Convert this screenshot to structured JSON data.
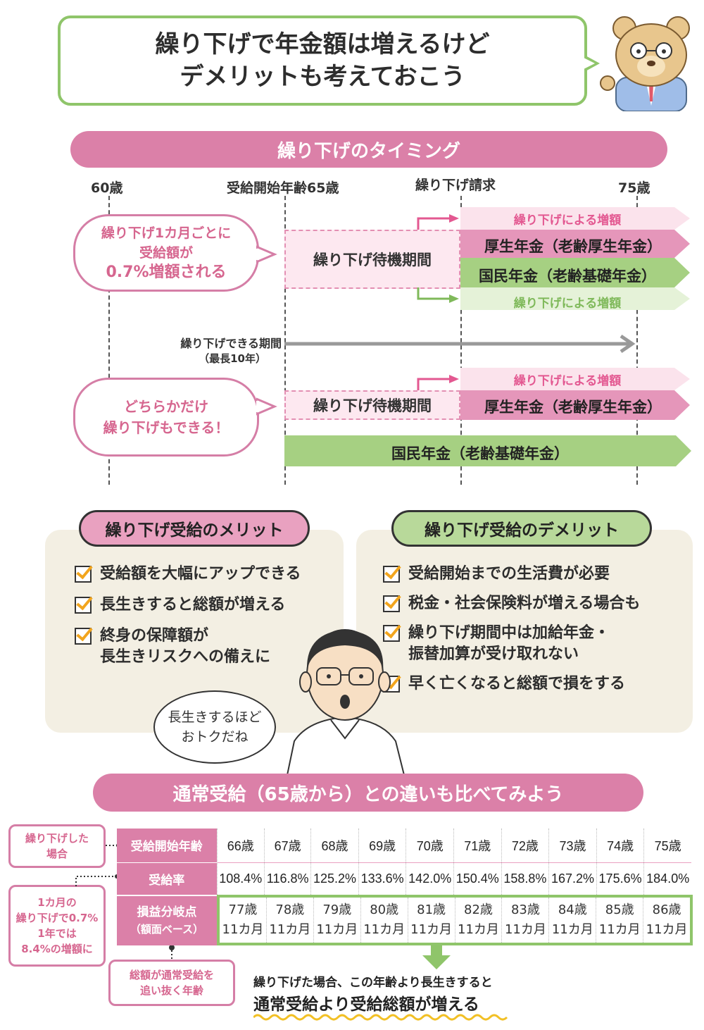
{
  "header": {
    "line1": "繰り下げで年金額は増えるけど",
    "line2": "デメリットも考えておこう"
  },
  "timing": {
    "title": "繰り下げのタイミング",
    "age60": "60歳",
    "age65": "受給開始年齢65歳",
    "claim": "繰り下げ請求",
    "age75": "75歳",
    "bubble1": [
      "繰り下げ1カ月ごとに",
      "受給額が",
      "0.7%増額される"
    ],
    "wait1": "繰り下げ待機期間",
    "inc_top": "繰り下げによる増額",
    "kosei": "厚生年金（老齢厚生年金）",
    "kokumin": "国民年金（老齢基礎年金）",
    "inc_bottom": "繰り下げによる増額",
    "period": "繰り下げできる期間",
    "period_sub": "（最長10年）",
    "bubble2": [
      "どちらかだけ",
      "繰り下げもできる！"
    ],
    "wait2": "繰り下げ待機期間",
    "inc_top2": "繰り下げによる増額",
    "kosei2": "厚生年金（老齢厚生年金）",
    "kokumin2": "国民年金（老齢基礎年金）"
  },
  "merit": {
    "title": "繰り下げ受給のメリット",
    "items": [
      "受給額を大幅にアップできる",
      "長生きすると総額が増える",
      "終身の保障額が",
      "長生きリスクへの備えに"
    ]
  },
  "demerit": {
    "title": "繰り下げ受給のデメリット",
    "items": [
      "受給開始までの生活費が必要",
      "税金・社会保険料が増える場合も",
      "繰り下げ期間中は加給年金・",
      "振替加算が受け取れない",
      "早く亡くなると総額で損をする"
    ]
  },
  "speech": [
    "長生きするほど",
    "おトクだね"
  ],
  "compare": {
    "title": "通常受給（65歳から）との違いも比べてみよう",
    "side1": [
      "繰り下げした",
      "場合"
    ],
    "side2": [
      "1カ月の",
      "繰り下げで0.7%",
      "1年では",
      "8.4%の増額に"
    ],
    "side3": [
      "総額が通常受給を",
      "追い抜く年齢"
    ],
    "row_headers": [
      "受給開始年齢",
      "受給率",
      "損益分岐点",
      "（額面ベース）"
    ],
    "ages": [
      "66歳",
      "67歳",
      "68歳",
      "69歳",
      "70歳",
      "71歳",
      "72歳",
      "73歳",
      "74歳",
      "75歳"
    ],
    "rates": [
      "108.4%",
      "116.8%",
      "125.2%",
      "133.6%",
      "142.0%",
      "150.4%",
      "158.8%",
      "167.2%",
      "175.6%",
      "184.0%"
    ],
    "breakeven_years": [
      "77歳",
      "78歳",
      "79歳",
      "80歳",
      "81歳",
      "82歳",
      "83歳",
      "84歳",
      "85歳",
      "86歳"
    ],
    "breakeven_months": [
      "11カ月",
      "11カ月",
      "11カ月",
      "11カ月",
      "11カ月",
      "11カ月",
      "11カ月",
      "11カ月",
      "11カ月",
      "11カ月"
    ],
    "note1": "繰り下げた場合、この年齢より長生きすると",
    "note2": "通常受給より受給総額が増える"
  },
  "colors": {
    "pink": "#db80a8",
    "green": "#8fc56a",
    "panel": "#f3efe3"
  }
}
